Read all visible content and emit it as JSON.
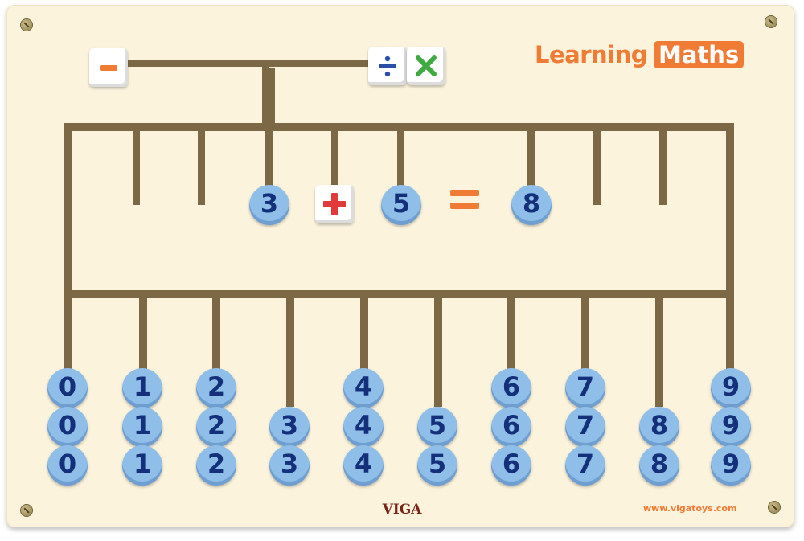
{
  "title": {
    "word1": "Learning",
    "word2": "Maths"
  },
  "equation": {
    "left": "3",
    "operator": "+",
    "right": "5",
    "equals": "=",
    "result": "8"
  },
  "operator_cubes": [
    {
      "name": "minus-cube",
      "symbol": "−",
      "color": "#f07b34"
    },
    {
      "name": "divide-cube",
      "symbol": "÷",
      "color": "#2b4fa8"
    },
    {
      "name": "multiply-cube",
      "symbol": "×",
      "color": "#3faa3f"
    }
  ],
  "number_columns": [
    {
      "digit": "0",
      "count": 3
    },
    {
      "digit": "1",
      "count": 3
    },
    {
      "digit": "2",
      "count": 3
    },
    {
      "digit": "3",
      "count": 2
    },
    {
      "digit": "4",
      "count": 3
    },
    {
      "digit": "5",
      "count": 2
    },
    {
      "digit": "6",
      "count": 3
    },
    {
      "digit": "7",
      "count": 3
    },
    {
      "digit": "8",
      "count": 2
    },
    {
      "digit": "9",
      "count": 3
    }
  ],
  "footer": {
    "brand": "VIGA",
    "url": "www.vigatoys.com"
  },
  "colors": {
    "board": "#fbf3dc",
    "slot": "#7d6845",
    "token": "#8fbfe8",
    "accent": "#f07b34",
    "plus": "#e03a3a"
  }
}
